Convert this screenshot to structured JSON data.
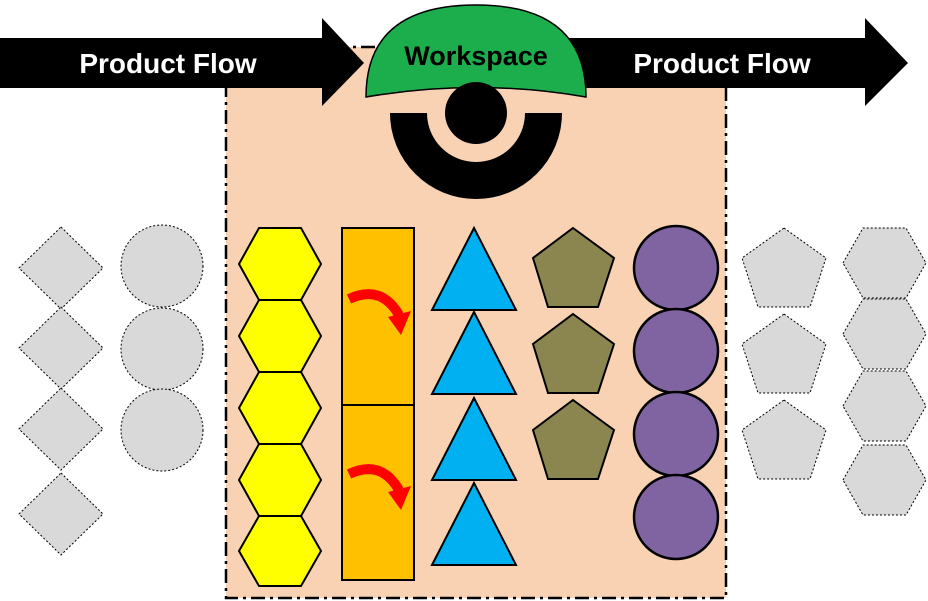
{
  "labels": {
    "left_arrow": "Product Flow",
    "right_arrow": "Product Flow",
    "workspace": "Workspace"
  },
  "colors": {
    "arrow": "#000000",
    "arrow_text": "#ffffff",
    "workspace_fill": "#f9d2b3",
    "workspace_dome": "#1cae4c",
    "operator": "#000000",
    "hexagon": "#ffff00",
    "box": "#ffc000",
    "box_arrow": "#ff0000",
    "triangle": "#00b0f0",
    "pentagon": "#8b8550",
    "circle": "#8064a2",
    "gray_item": "#d9d9d9"
  },
  "items": {
    "incoming": {
      "diamonds": 4,
      "circles": 3
    },
    "workspace": {
      "hexagons": 5,
      "boxes": 2,
      "triangles": 4,
      "pentagons": 3,
      "circles": 4
    },
    "outgoing": {
      "pentagons": 3,
      "hexagons": 4
    }
  }
}
